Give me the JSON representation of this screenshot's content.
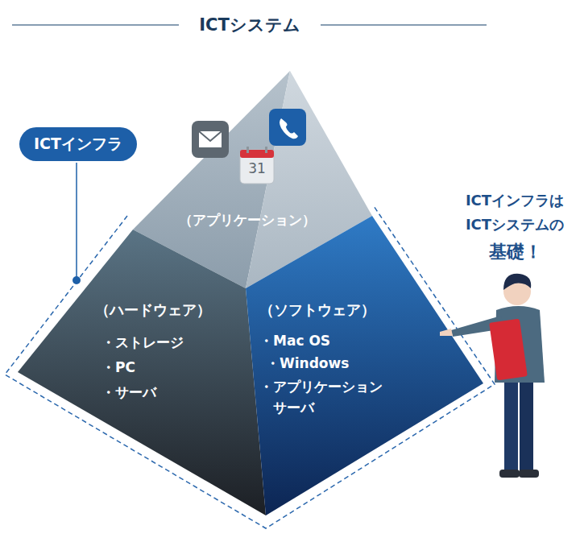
{
  "diagram": {
    "title": "ICTシステム",
    "nodes": [
      {
        "text": [
          "ICTインフラ"
        ]
      },
      {
        "text": [
          "（アプリケーション）"
        ]
      },
      {
        "text": [
          "（ハードウェア）",
          "・ストレージ",
          "・PC",
          "・サーバ"
        ]
      },
      {
        "text": [
          "（ソフトウェア）",
          "・Mac OS",
          "・Windows",
          "・アプリケーション サーバ"
        ]
      }
    ],
    "labels": [
      "31",
      "ICTインフラは ICTシステムの",
      "基礎！"
    ]
  }
}
